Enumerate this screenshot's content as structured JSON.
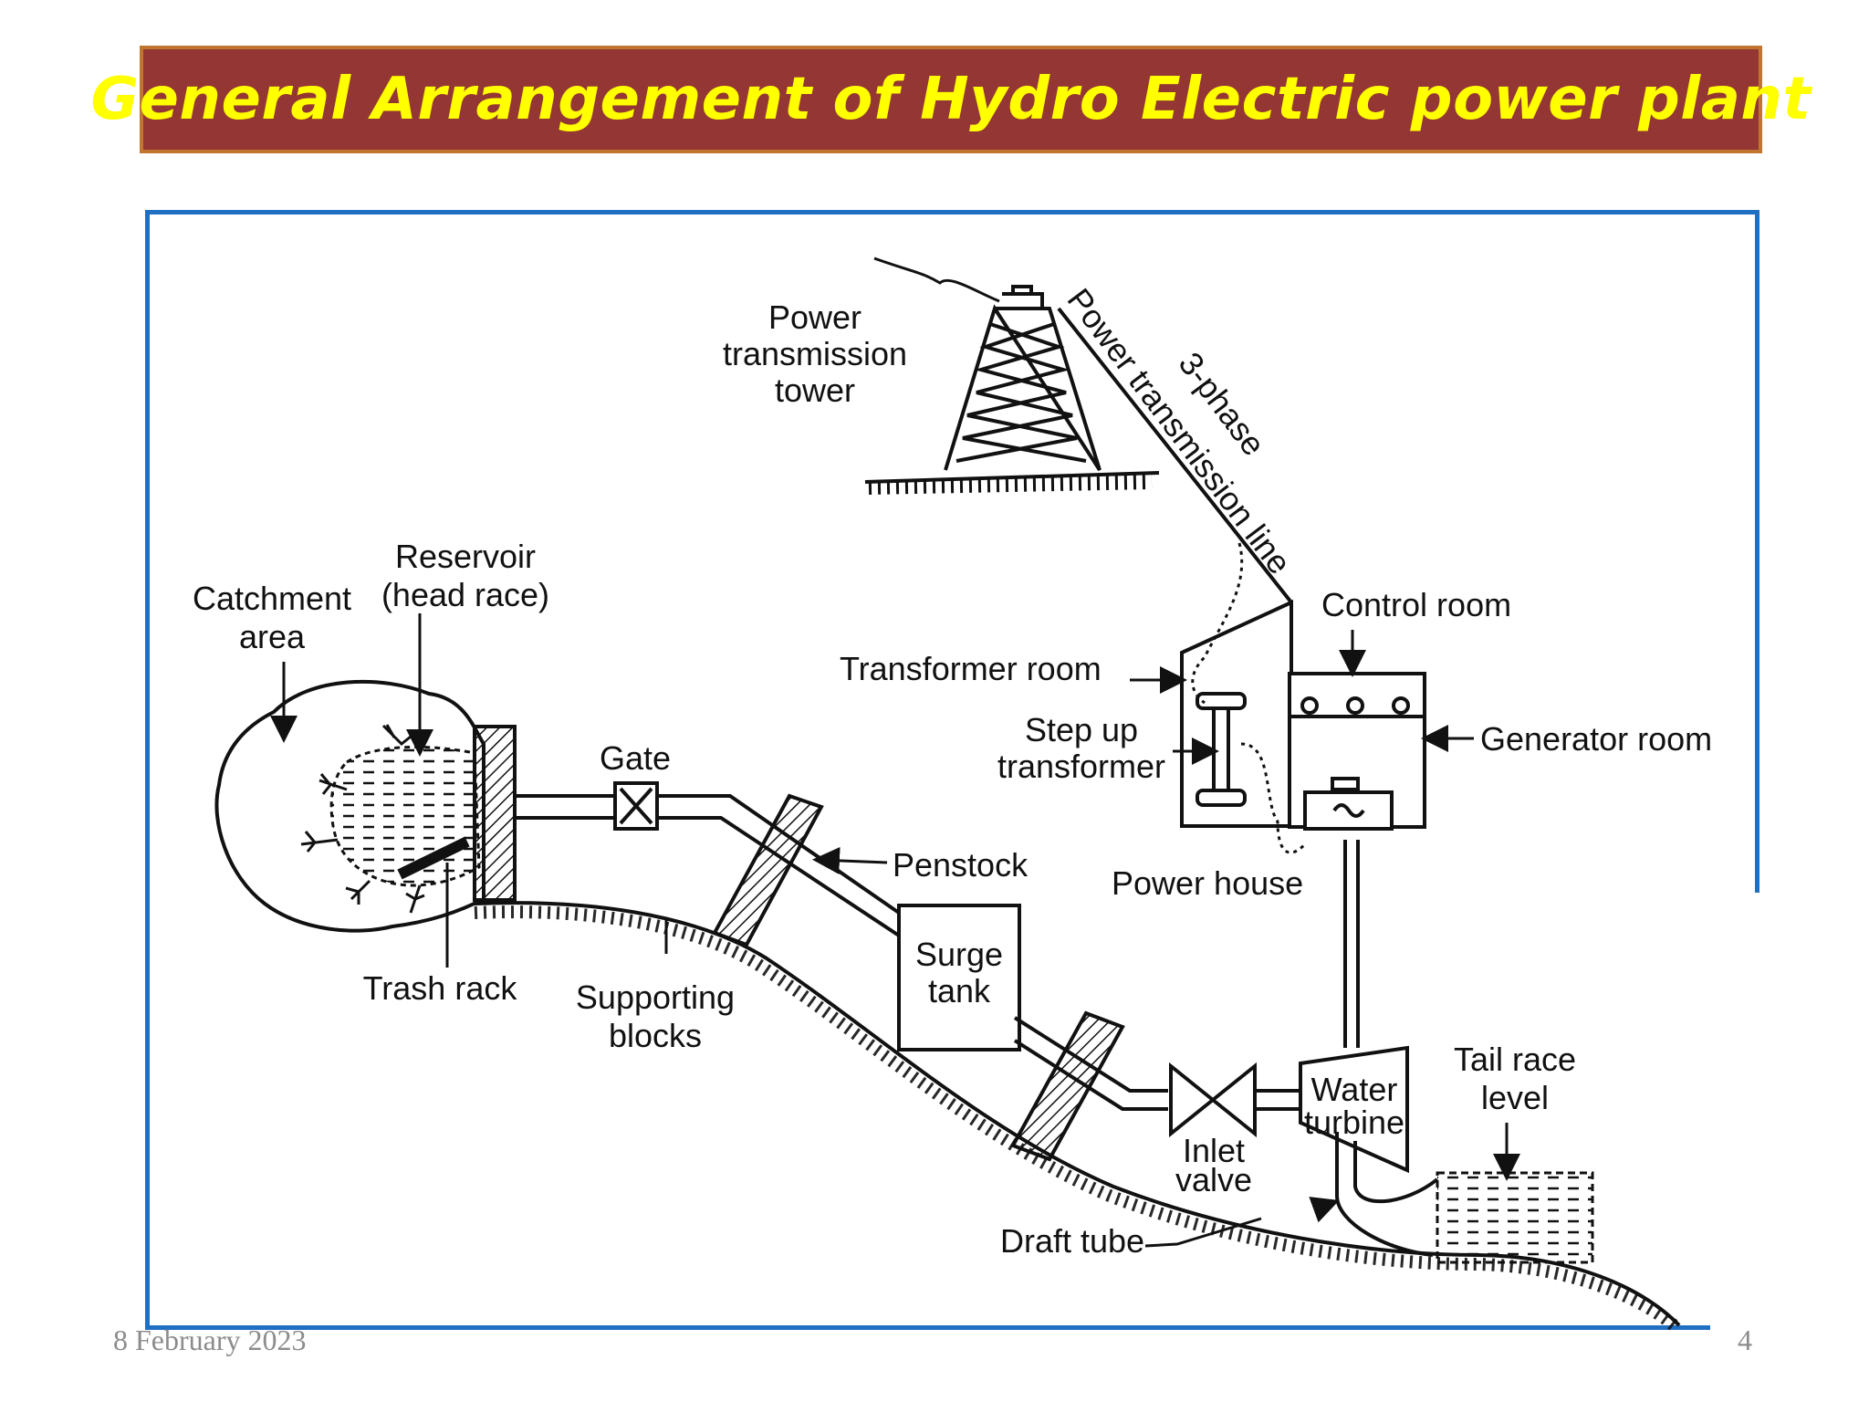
{
  "title": "General Arrangement of Hydro Electric power plant",
  "labels": {
    "power_tower": [
      "Power",
      "transmission",
      "tower"
    ],
    "transmission_line": [
      "3-phase",
      "Power transmission line"
    ],
    "control_room": "Control room",
    "transformer_room": "Transformer room",
    "step_up_transformer": [
      "Step up",
      "transformer"
    ],
    "generator_room": "Generator room",
    "power_house": "Power house",
    "reservoir": [
      "Reservoir",
      "(head race)"
    ],
    "catchment_area": [
      "Catchment",
      "area"
    ],
    "gate": "Gate",
    "penstock": "Penstock",
    "surge_tank": [
      "Surge",
      "tank"
    ],
    "trash_rack": "Trash rack",
    "supporting_blocks": [
      "Supporting",
      "blocks"
    ],
    "water_turbine": [
      "Water",
      "turbine"
    ],
    "tail_race_level": [
      "Tail race",
      "level"
    ],
    "inlet_valve": [
      "Inlet",
      "valve"
    ],
    "draft_tube": "Draft tube"
  },
  "footer": {
    "date": "8 February 2023",
    "page": "4"
  },
  "colors": {
    "title_bg": "#943634",
    "title_text": "#ffff00",
    "frame": "#1f6fc3"
  }
}
